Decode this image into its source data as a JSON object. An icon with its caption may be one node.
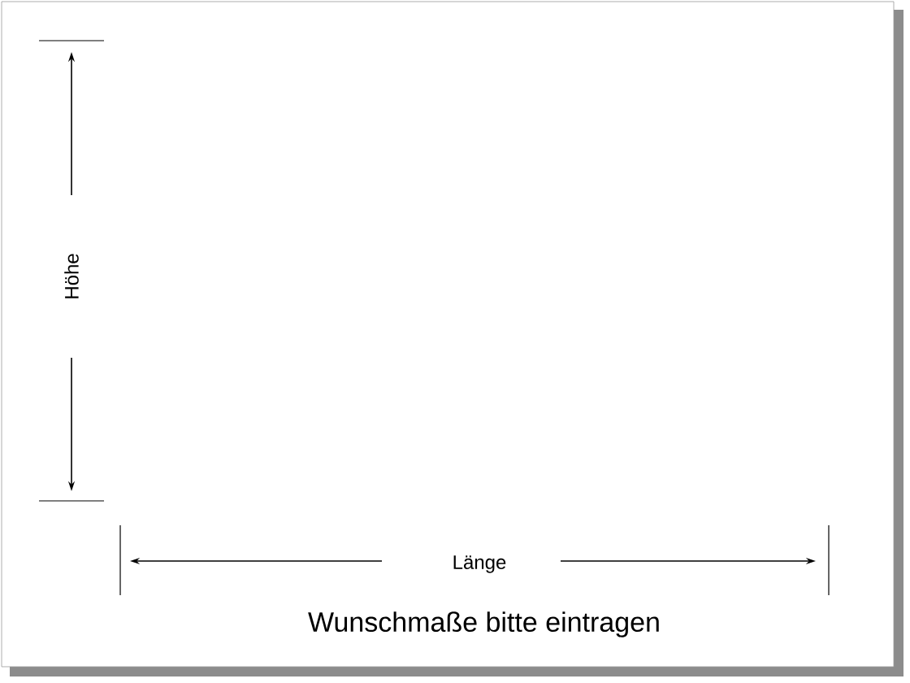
{
  "diagram": {
    "labels": [
      "Höhe",
      "Länge",
      "Wunschmaße bitte eintragen"
    ]
  }
}
